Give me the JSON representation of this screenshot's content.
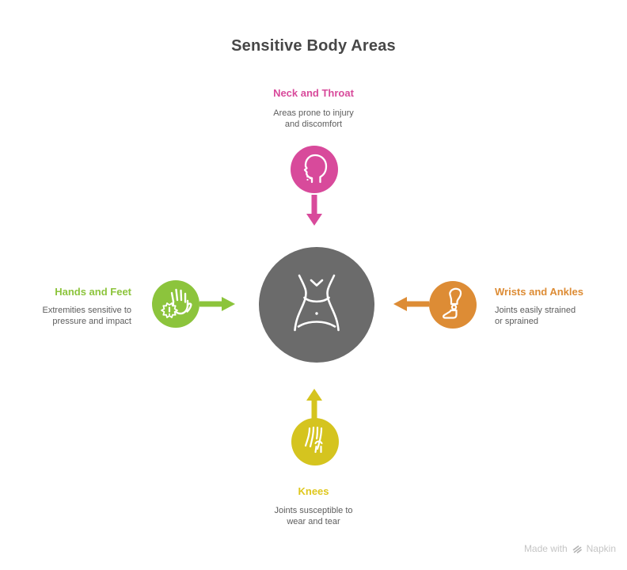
{
  "title": "Sensitive Body Areas",
  "colors": {
    "pink": "#d84a9b",
    "green": "#8cc43c",
    "orange": "#dd8c35",
    "yellow": "#d5c41f",
    "center_circle": "#6b6b6b",
    "title_text": "#474747",
    "description_text": "#5d5d5d",
    "watermark_text": "#c5c5c5"
  },
  "center": {
    "icon": "torso-icon"
  },
  "items": [
    {
      "position": "top",
      "label": "Neck and Throat",
      "icon": "head-neck-icon",
      "color": "#d84a9b",
      "desc_lines": [
        "Areas prone to injury",
        "and discomfort"
      ]
    },
    {
      "position": "left",
      "label": "Hands and Feet",
      "icon": "hand-alert-icon",
      "color": "#8cc43c",
      "desc_lines": [
        "Extremities sensitive to",
        "pressure and impact"
      ]
    },
    {
      "position": "right",
      "label": "Wrists and Ankles",
      "icon": "leg-ankle-icon",
      "color": "#dd8c35",
      "desc_lines": [
        "Joints easily strained",
        "or sprained"
      ]
    },
    {
      "position": "bottom",
      "label": "Knees",
      "icon": "knee-joint-icon",
      "color": "#d5c41f",
      "desc_lines": [
        "Joints susceptible to",
        "wear and tear"
      ]
    }
  ],
  "footer": {
    "made_with": "Made with",
    "brand": "Napkin"
  }
}
